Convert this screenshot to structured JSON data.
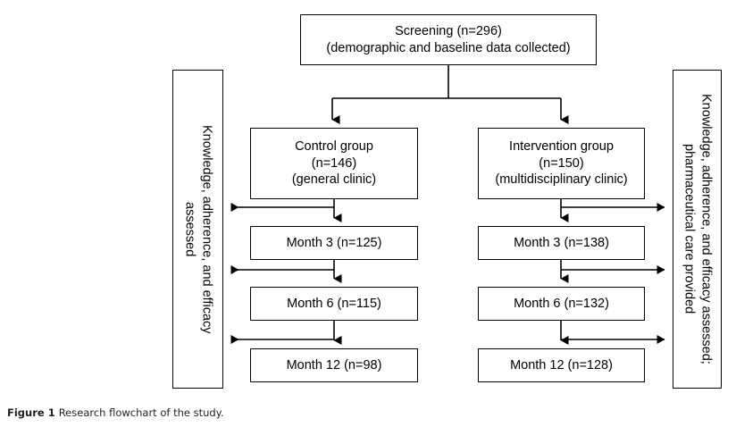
{
  "figure": {
    "caption_label": "Figure 1",
    "caption_text": "Research flowchart of the study.",
    "line_color": "#000000",
    "background_color": "#ffffff",
    "text_color": "#000000",
    "caption_color": "#231f20"
  },
  "chart_data": {
    "type": "diagram",
    "title": "Research flowchart of the study",
    "nodes": [
      {
        "id": "screening",
        "label": "Screening (n=296)\n(demographic and baseline data collected)",
        "n": 296
      },
      {
        "id": "control",
        "label": "Control group\n(n=146)\n(general clinic)",
        "n": 146
      },
      {
        "id": "intervention",
        "label": "Intervention group\n(n=150)\n(multidisciplinary clinic)",
        "n": 150
      },
      {
        "id": "control_m3",
        "label": "Month 3 (n=125)",
        "n": 125
      },
      {
        "id": "control_m6",
        "label": "Month 6 (n=115)",
        "n": 115
      },
      {
        "id": "control_m12",
        "label": "Month 12 (n=98)",
        "n": 98
      },
      {
        "id": "intervention_m3",
        "label": "Month 3 (n=138)",
        "n": 138
      },
      {
        "id": "intervention_m6",
        "label": "Month 6 (n=132)",
        "n": 132
      },
      {
        "id": "intervention_m12",
        "label": "Month 12 (n=128)",
        "n": 128
      },
      {
        "id": "left_panel",
        "label": "Knowledge, adherence, and efficacy\nassessed"
      },
      {
        "id": "right_panel",
        "label": "Knowledge, adherence, and efficacy assessed;\npharmaceutical care provided"
      }
    ],
    "edges": [
      {
        "from": "screening",
        "to": "control"
      },
      {
        "from": "screening",
        "to": "intervention"
      },
      {
        "from": "control",
        "to": "control_m3"
      },
      {
        "from": "control_m3",
        "to": "control_m6"
      },
      {
        "from": "control_m6",
        "to": "control_m12"
      },
      {
        "from": "intervention",
        "to": "intervention_m3"
      },
      {
        "from": "intervention_m3",
        "to": "intervention_m6"
      },
      {
        "from": "intervention_m6",
        "to": "intervention_m12"
      },
      {
        "from": "control",
        "to": "left_panel"
      },
      {
        "from": "control_m3",
        "to": "left_panel"
      },
      {
        "from": "control_m6",
        "to": "left_panel"
      },
      {
        "from": "intervention",
        "to": "right_panel"
      },
      {
        "from": "intervention_m3",
        "to": "right_panel"
      },
      {
        "from": "intervention_m6",
        "to": "right_panel"
      }
    ]
  },
  "flow": {
    "screening": "Screening (n=296)\n(demographic and baseline data collected)",
    "control_group": "Control group\n(n=146)\n(general clinic)",
    "intervention_group": "Intervention group\n(n=150)\n(multidisciplinary clinic)",
    "control_month3": "Month 3 (n=125)",
    "control_month6": "Month 6 (n=115)",
    "control_month12": "Month 12 (n=98)",
    "intervention_month3": "Month 3 (n=138)",
    "intervention_month6": "Month 6 (n=132)",
    "intervention_month12": "Month 12 (n=128)",
    "left_panel": "Knowledge, adherence, and efficacy\nassessed",
    "right_panel": "Knowledge, adherence, and efficacy assessed;\npharmaceutical care provided"
  }
}
